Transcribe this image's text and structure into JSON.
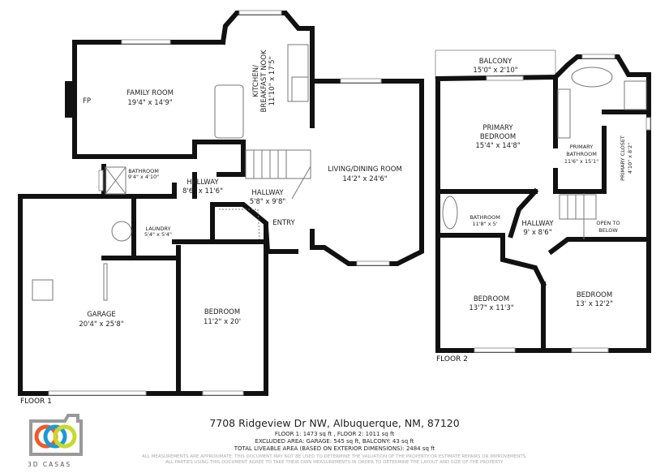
{
  "floor1": {
    "label": "FLOOR 1",
    "rooms": {
      "family_room": {
        "name": "FAMILY ROOM",
        "dims": "19'4\" x 14'9\""
      },
      "fireplace": "FP",
      "kitchen": {
        "name1": "KITCHEN/",
        "name2": "BREAKFAST NOOK",
        "dims": "11'10\" x 17'5\""
      },
      "living": {
        "name": "LIVING/DINING ROOM",
        "dims": "14'2\" x 24'6\""
      },
      "bathroom": {
        "name": "BATHROOM",
        "dims": "9'4\" x 4'10\""
      },
      "hallway1": {
        "name": "HALLWAY",
        "dims": "8'6\" x 11'6\""
      },
      "hallway2": {
        "name": "HALLWAY",
        "dims": "5'8\" x 9'8\""
      },
      "laundry": {
        "name": "LAUNDRY",
        "dims": "5'4\" x 5'4\""
      },
      "entry": {
        "name": "ENTRY"
      },
      "garage": {
        "name": "GARAGE",
        "dims": "20'4\" x 25'8\""
      },
      "bedroom": {
        "name": "BEDROOM",
        "dims": "11'2\" x 20'"
      }
    }
  },
  "floor2": {
    "label": "FLOOR 2",
    "rooms": {
      "balcony": {
        "name": "BALCONY",
        "dims": "15'0\" x 2'10\""
      },
      "primary_bedroom": {
        "name1": "PRIMARY",
        "name2": "BEDROOM",
        "dims": "15'4\" x 14'8\""
      },
      "primary_bathroom": {
        "name1": "PRIMARY",
        "name2": "BATHROOM",
        "dims": "11'6\" x 15'1\""
      },
      "primary_closet": {
        "name": "PRIMARY CLOSET",
        "dims": "4'10\" x 8'2\""
      },
      "bathroom": {
        "name": "BATHROOM",
        "dims": "11'8\" x 5'"
      },
      "hallway": {
        "name": "HALLWAY",
        "dims": "9' x 8'6\""
      },
      "open_below": {
        "name1": "OPEN TO",
        "name2": "BELOW"
      },
      "bedroom_left": {
        "name": "BEDROOM",
        "dims": "13'7\" x 11'3\""
      },
      "bedroom_right": {
        "name": "BEDROOM",
        "dims": "13' x 12'2\""
      }
    }
  },
  "footer": {
    "address": "7708 Ridgeview Dr NW, Albuquerque, NM, 87120",
    "floor_areas": "FLOOR 1: 1473 sq ft , FLOOR 2: 1011 sq ft",
    "excluded": "EXCLUDED AREA: GARAGE: 545 sq ft, BALCONY: 43 sq ft",
    "total": "TOTAL LIVEABLE AREA (BASED ON EXTERIOR DIMENSIONS): 2484 sq ft",
    "disclaimer1": "ALL MEASUREMENTS ARE APPROXIMATE. THIS DOCUMENT MAY NOT BE USED TO DETERMINE THE VALUATION OF THE PROPERTY OR ESTIMATE REPAIRS OR IMPROVEMENTS.",
    "disclaimer2": "ALL PARTIES USING THIS DOCUMENT AGREE TO TAKE THEIR OWN MEASUREMENTS IN ORDER TO DETERMINE THE LAYOUT AND SIZE OF THE PROPERTY."
  },
  "logo": {
    "text": "3D CASAS",
    "colors": [
      "#f05a28",
      "#1a9ad6",
      "#c8d92b"
    ],
    "frame": "#999999"
  }
}
